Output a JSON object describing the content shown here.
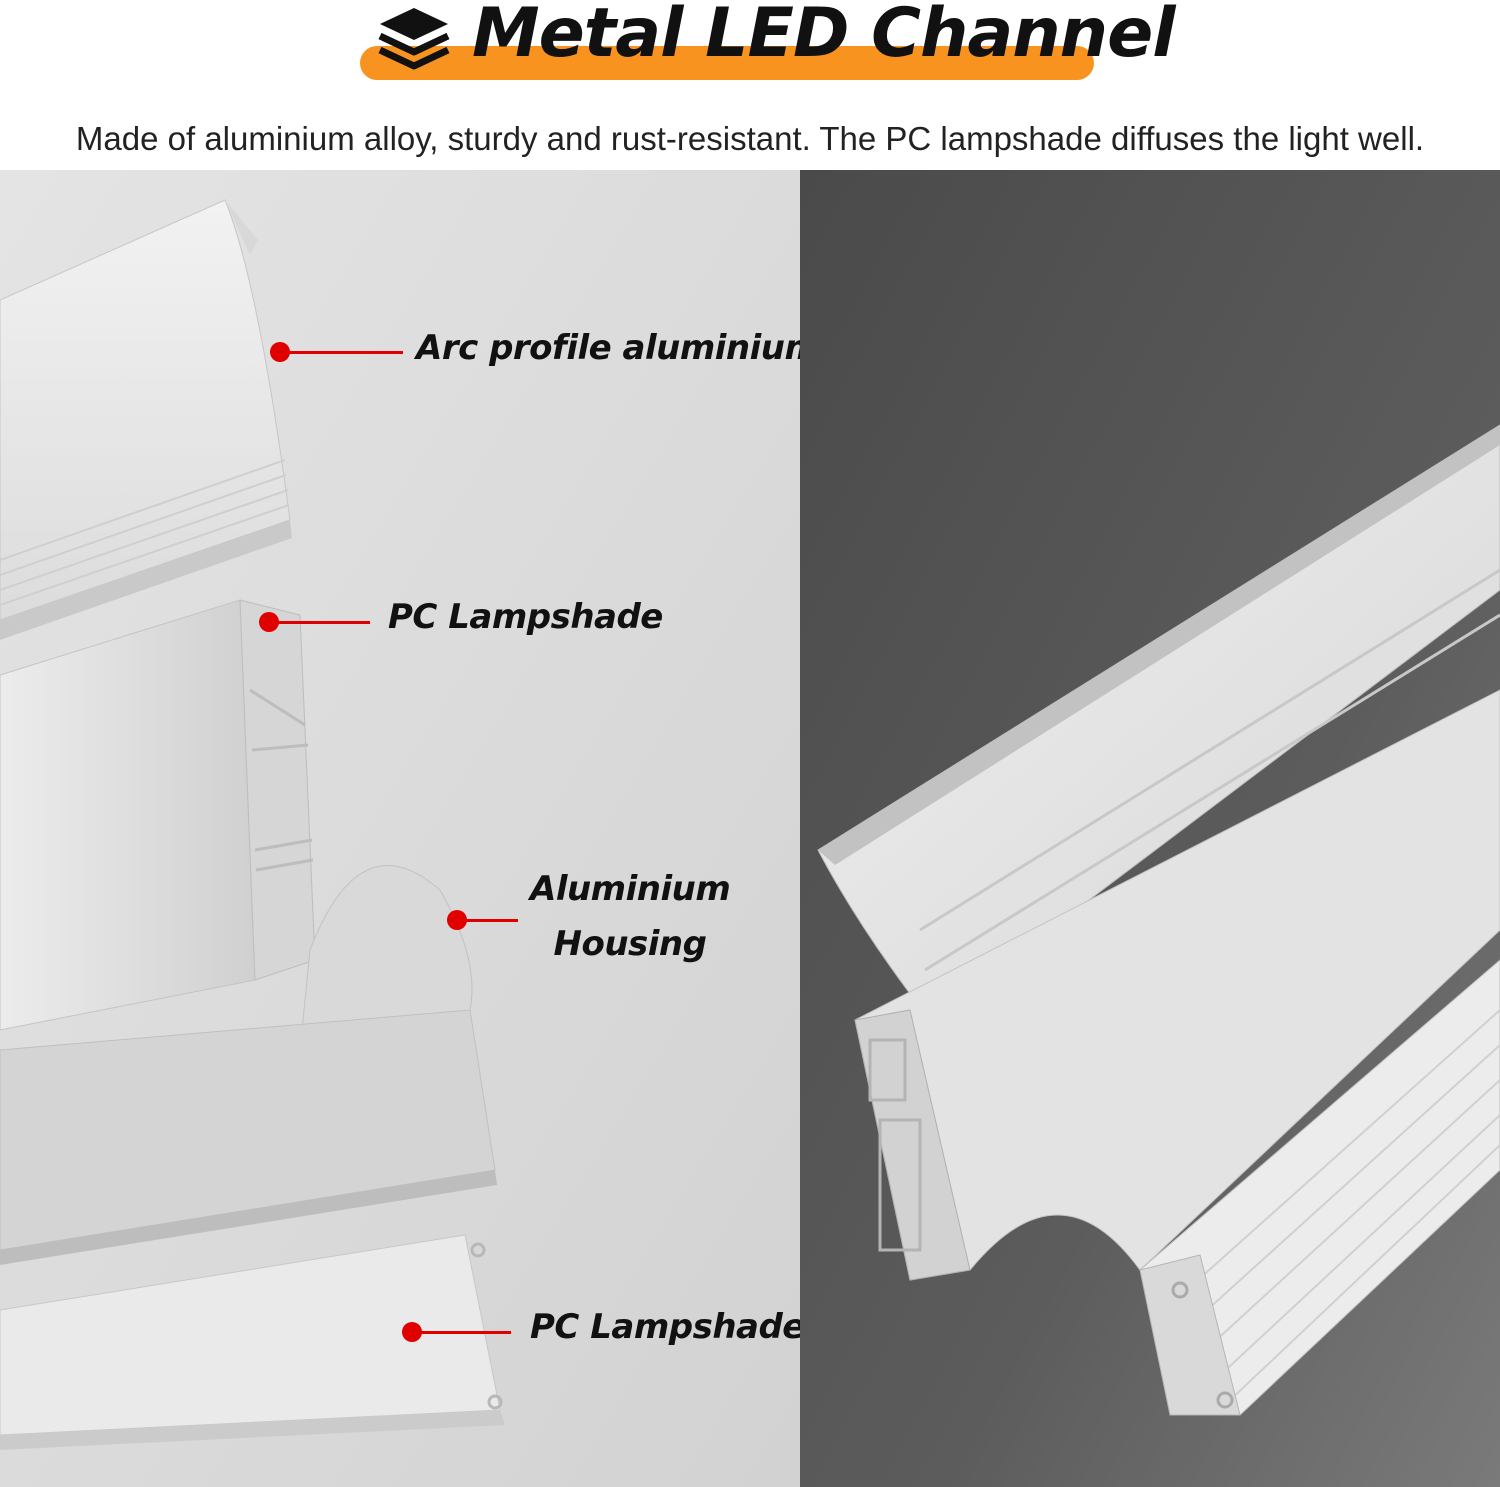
{
  "header": {
    "title": "Metal LED Channel",
    "title_icon": "layers-icon",
    "accent_color": "#f7931e",
    "subtitle": "Made of aluminium alloy, sturdy and rust-resistant. The PC lampshade diffuses the light well."
  },
  "callouts": {
    "arc_profile": "Arc profile aluminium",
    "pc_lampshade_top": "PC Lampshade",
    "housing_line1": "Aluminium",
    "housing_line2": "Housing",
    "pc_lampshade_bottom": "PC Lampshade",
    "marker_color": "#e00000"
  }
}
